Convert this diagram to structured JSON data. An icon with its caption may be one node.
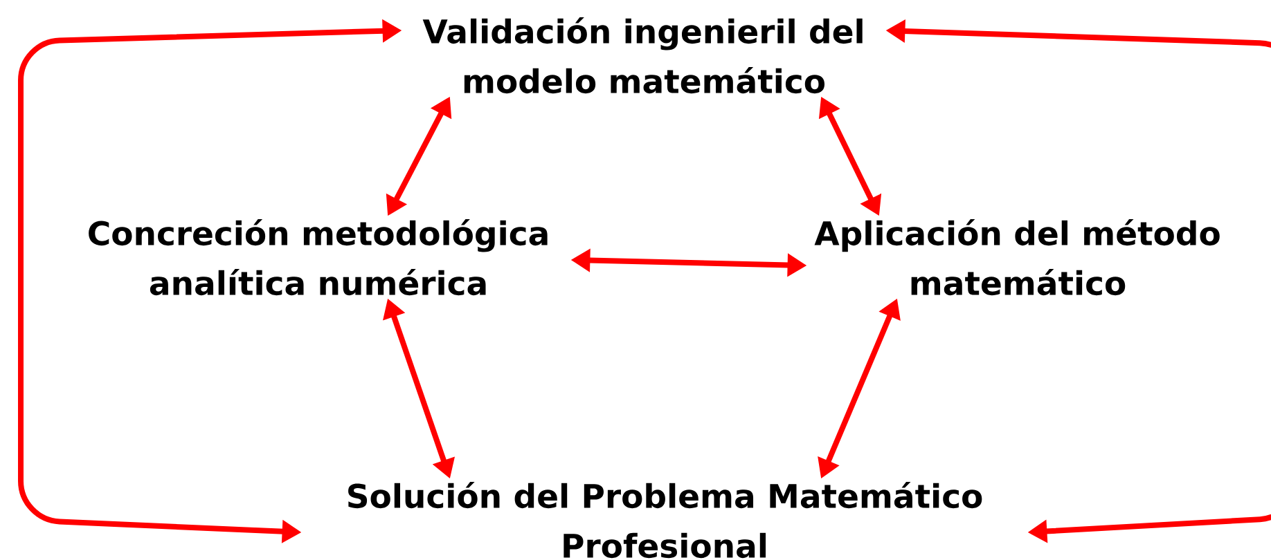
{
  "diagram": {
    "nodes": [
      {
        "text": [
          "Validación ingenieril del modelo matemático"
        ]
      },
      {
        "text": [
          "Concreción metodológica analítica numérica"
        ]
      },
      {
        "text": [
          "Aplicación del método matemático"
        ]
      },
      {
        "text": [
          "Solución del Problema Matemático Profesional"
        ]
      }
    ],
    "edges": [
      {
        "from": 0,
        "to": 1,
        "arrow": "both"
      },
      {
        "from": 0,
        "to": 2,
        "arrow": "both"
      },
      {
        "from": 1,
        "to": 2,
        "arrow": "both"
      },
      {
        "from": 1,
        "to": 3,
        "arrow": "both"
      },
      {
        "from": 2,
        "to": 3,
        "arrow": "both"
      },
      {
        "from": 3,
        "to": 0,
        "arrow": "both"
      },
      {
        "from": 0,
        "to": 3,
        "arrow": "both"
      }
    ]
  }
}
